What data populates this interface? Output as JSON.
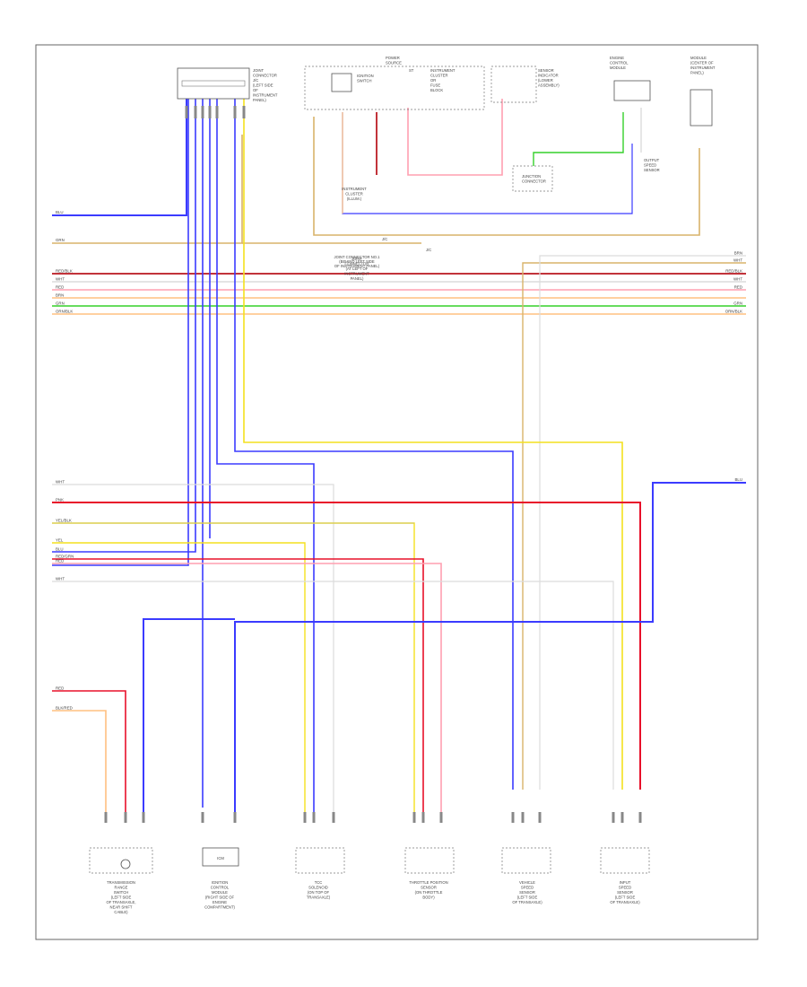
{
  "diagram_id": "",
  "top_components": [
    {
      "lines": [
        "JOINT",
        "CONNECTOR",
        "J/C",
        "(LEFT SIDE",
        "OF",
        "INSTRUMENT",
        "PANEL)"
      ]
    },
    {
      "lines": [
        "IGNITION",
        "SWITCH"
      ]
    },
    {
      "lines": [
        "ST"
      ]
    },
    {
      "lines": [
        "INSTRUMENT",
        "CLUSTER",
        "OR",
        "FUSE",
        "BLOCK"
      ]
    },
    {
      "lines": [
        "POWER",
        "SOURCE"
      ]
    },
    {
      "lines": [
        "SENSOR",
        "INDICATOR",
        "(LOWER",
        "ASSEMBLY)"
      ]
    },
    {
      "lines": [
        "ENGINE",
        "CONTROL",
        "MODULE"
      ]
    },
    {
      "lines": [
        "MODULE",
        "(CENTER OF",
        "INSTRUMENT",
        "PANEL)"
      ]
    }
  ],
  "mid_labels": [
    {
      "lines": [
        "INSTRUMENT",
        "CLUSTER",
        "(ILLUM.)"
      ]
    },
    {
      "lines": [
        "JOINT",
        "CONNECTOR",
        "(AT LEFT OF",
        "INSTRUMENT",
        "PANEL)"
      ]
    },
    {
      "lines": [
        "JUNCTION",
        "CONNECTOR"
      ]
    },
    {
      "lines": [
        "OUTPUT",
        "SPEED",
        "SENSOR"
      ]
    }
  ],
  "splice_labels": [
    "J/C",
    "J/C"
  ],
  "bus_note": [
    "JOINT CONNECTOR NO.1",
    "(BEHIND LEFT SIDE",
    "OF INSTRUMENT PANEL)"
  ],
  "left_labels_top": [
    "BLU",
    "GRN"
  ],
  "bus_labels": [
    "RED/BLK",
    "WHT",
    "RED",
    "BRN",
    "GRN",
    "ORN/BLK"
  ],
  "bus_labels_right": [
    "BRN",
    "WHT",
    "RED/BLK",
    "WHT",
    "RED",
    "GRN",
    "ORN/BLK"
  ],
  "lower_labels": [
    "WHT",
    "PNK",
    "YEL/BLK",
    "YEL",
    "BLU",
    "RED/GRN",
    "RED",
    "WHT"
  ],
  "bottom_left_labels": [
    "RED",
    "BLK/RED"
  ],
  "right_mid_label": "BLU",
  "bottom_components": [
    {
      "lines": [
        "TRANSMISSION",
        "RANGE",
        "SWITCH",
        "(LEFT SIDE",
        "OF TRANSAXLE,",
        "NEAR SHIFT",
        "CABLE)"
      ]
    },
    {
      "lines": [
        "IGNITION",
        "CONTROL",
        "MODULE",
        "(RIGHT SIDE OF",
        "ENGINE",
        "COMPARTMENT)"
      ]
    },
    {
      "lines": [
        "TCC",
        "SOLENOID",
        "(ON TOP OF",
        "TRANSAXLE)"
      ]
    },
    {
      "lines": [
        "THROTTLE POSITION",
        "SENSOR",
        "(ON THROTTLE",
        "BODY)"
      ]
    },
    {
      "lines": [
        "VEHICLE",
        "SPEED",
        "SENSOR",
        "(LEFT SIDE",
        "OF TRANSAXLE)"
      ]
    },
    {
      "lines": [
        "INPUT",
        "SPEED",
        "SENSOR",
        "(LEFT SIDE",
        "OF TRANSAXLE)"
      ]
    }
  ],
  "module_box_label": "ICM",
  "colors": {
    "blue": "#3b3bff",
    "yellow": "#f4e11e",
    "tan": "#d9b36a",
    "red": "#e8102a",
    "pink": "#ff9fb0",
    "green": "#35d12a",
    "white": "#dcdcdc",
    "orange": "#ffc080",
    "darkred": "#c2333a",
    "black": "#222222"
  }
}
